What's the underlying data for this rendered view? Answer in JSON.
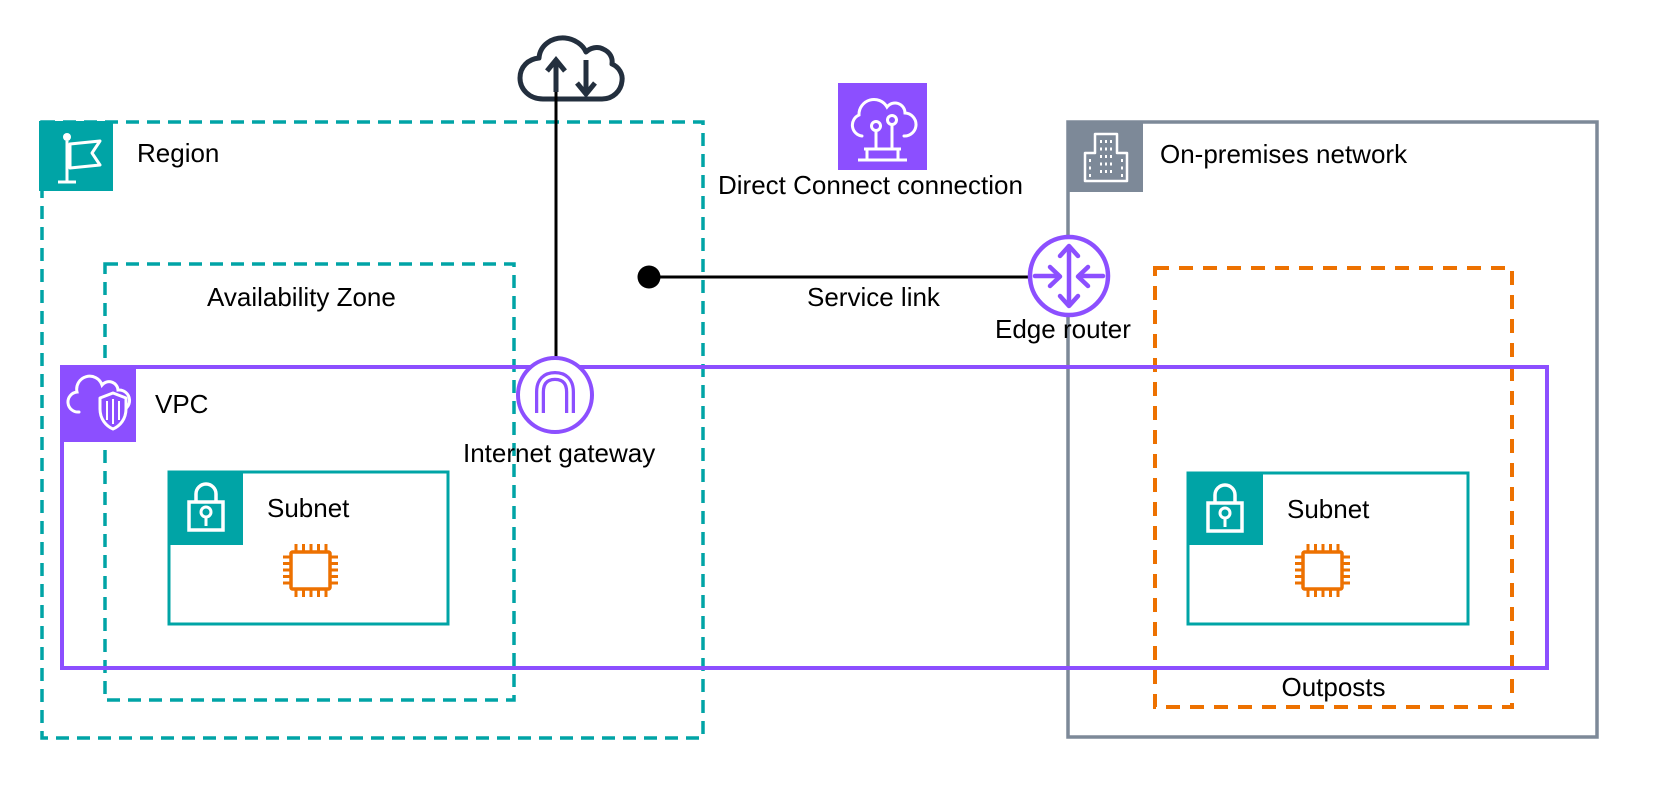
{
  "colors": {
    "teal": "#00A4A6",
    "purple": "#8C4FFF",
    "orange": "#ED7100",
    "gray": "#7D8998",
    "ink": "#232F3E",
    "black": "#000000"
  },
  "groups": {
    "region": {
      "label": "Region",
      "icon": "flag-icon",
      "border_style": "teal-dashed"
    },
    "availability_zone": {
      "label": "Availability Zone",
      "border_style": "teal-dashed"
    },
    "vpc": {
      "label": "VPC",
      "icon": "cloud-shield-icon",
      "border_style": "purple-solid"
    },
    "region_subnet": {
      "label": "Subnet",
      "icon": "lock-icon",
      "border_style": "teal-solid"
    },
    "on_premises": {
      "label": "On-premises network",
      "icon": "building-icon",
      "border_style": "gray-solid"
    },
    "outposts": {
      "label": "Outposts",
      "border_style": "orange-dashed"
    },
    "outposts_subnet": {
      "label": "Subnet",
      "icon": "lock-icon",
      "border_style": "teal-solid"
    }
  },
  "nodes": {
    "internet": {
      "icon": "cloud-up-down-arrows-icon"
    },
    "internet_gateway": {
      "label": "Internet gateway",
      "icon": "gateway-arch-icon"
    },
    "direct_connect": {
      "label": "Direct Connect connection",
      "icon": "cloud-circuit-icon"
    },
    "edge_router": {
      "label": "Edge router",
      "icon": "router-arrows-icon"
    },
    "region_server": {
      "icon": "chip-icon"
    },
    "outposts_server": {
      "icon": "chip-icon"
    }
  },
  "connections": {
    "service_link": {
      "label": "Service link"
    }
  }
}
